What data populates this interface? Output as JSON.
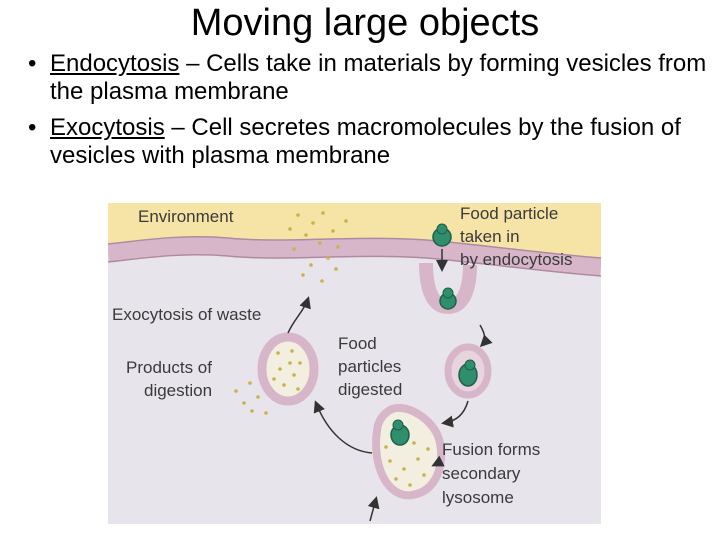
{
  "slide": {
    "title": "Moving large objects",
    "bullet_symbol": "•",
    "bullets": [
      {
        "term": "Endocytosis",
        "rest": " – Cells take in materials by forming vesicles from the plasma membrane"
      },
      {
        "term": "Exocytosis",
        "rest": " – Cell secretes macromolecules by the fusion of vesicles with plasma membrane"
      }
    ]
  },
  "diagram": {
    "labels": {
      "environment": "Environment",
      "food_particle_line1": "Food particle",
      "food_particle_line2": "taken in",
      "food_particle_line3": "by endocytosis",
      "exocytosis_waste": "Exocytosis of waste",
      "products_line1": "Products of",
      "products_line2": "digestion",
      "food_digested_line1": "Food",
      "food_digested_line2": "particles",
      "food_digested_line3": "digested",
      "fusion_line1": "Fusion forms",
      "fusion_line2": "secondary",
      "fusion_line3": "lysosome"
    },
    "colors": {
      "environment": "#f6e3a6",
      "cytoplasm": "#e8e4ec",
      "membrane": "#d8b6c9",
      "membrane_edge": "#b08aa2",
      "food_particle": "#2f8f6d",
      "digest_dots": "#c9b24a"
    }
  }
}
